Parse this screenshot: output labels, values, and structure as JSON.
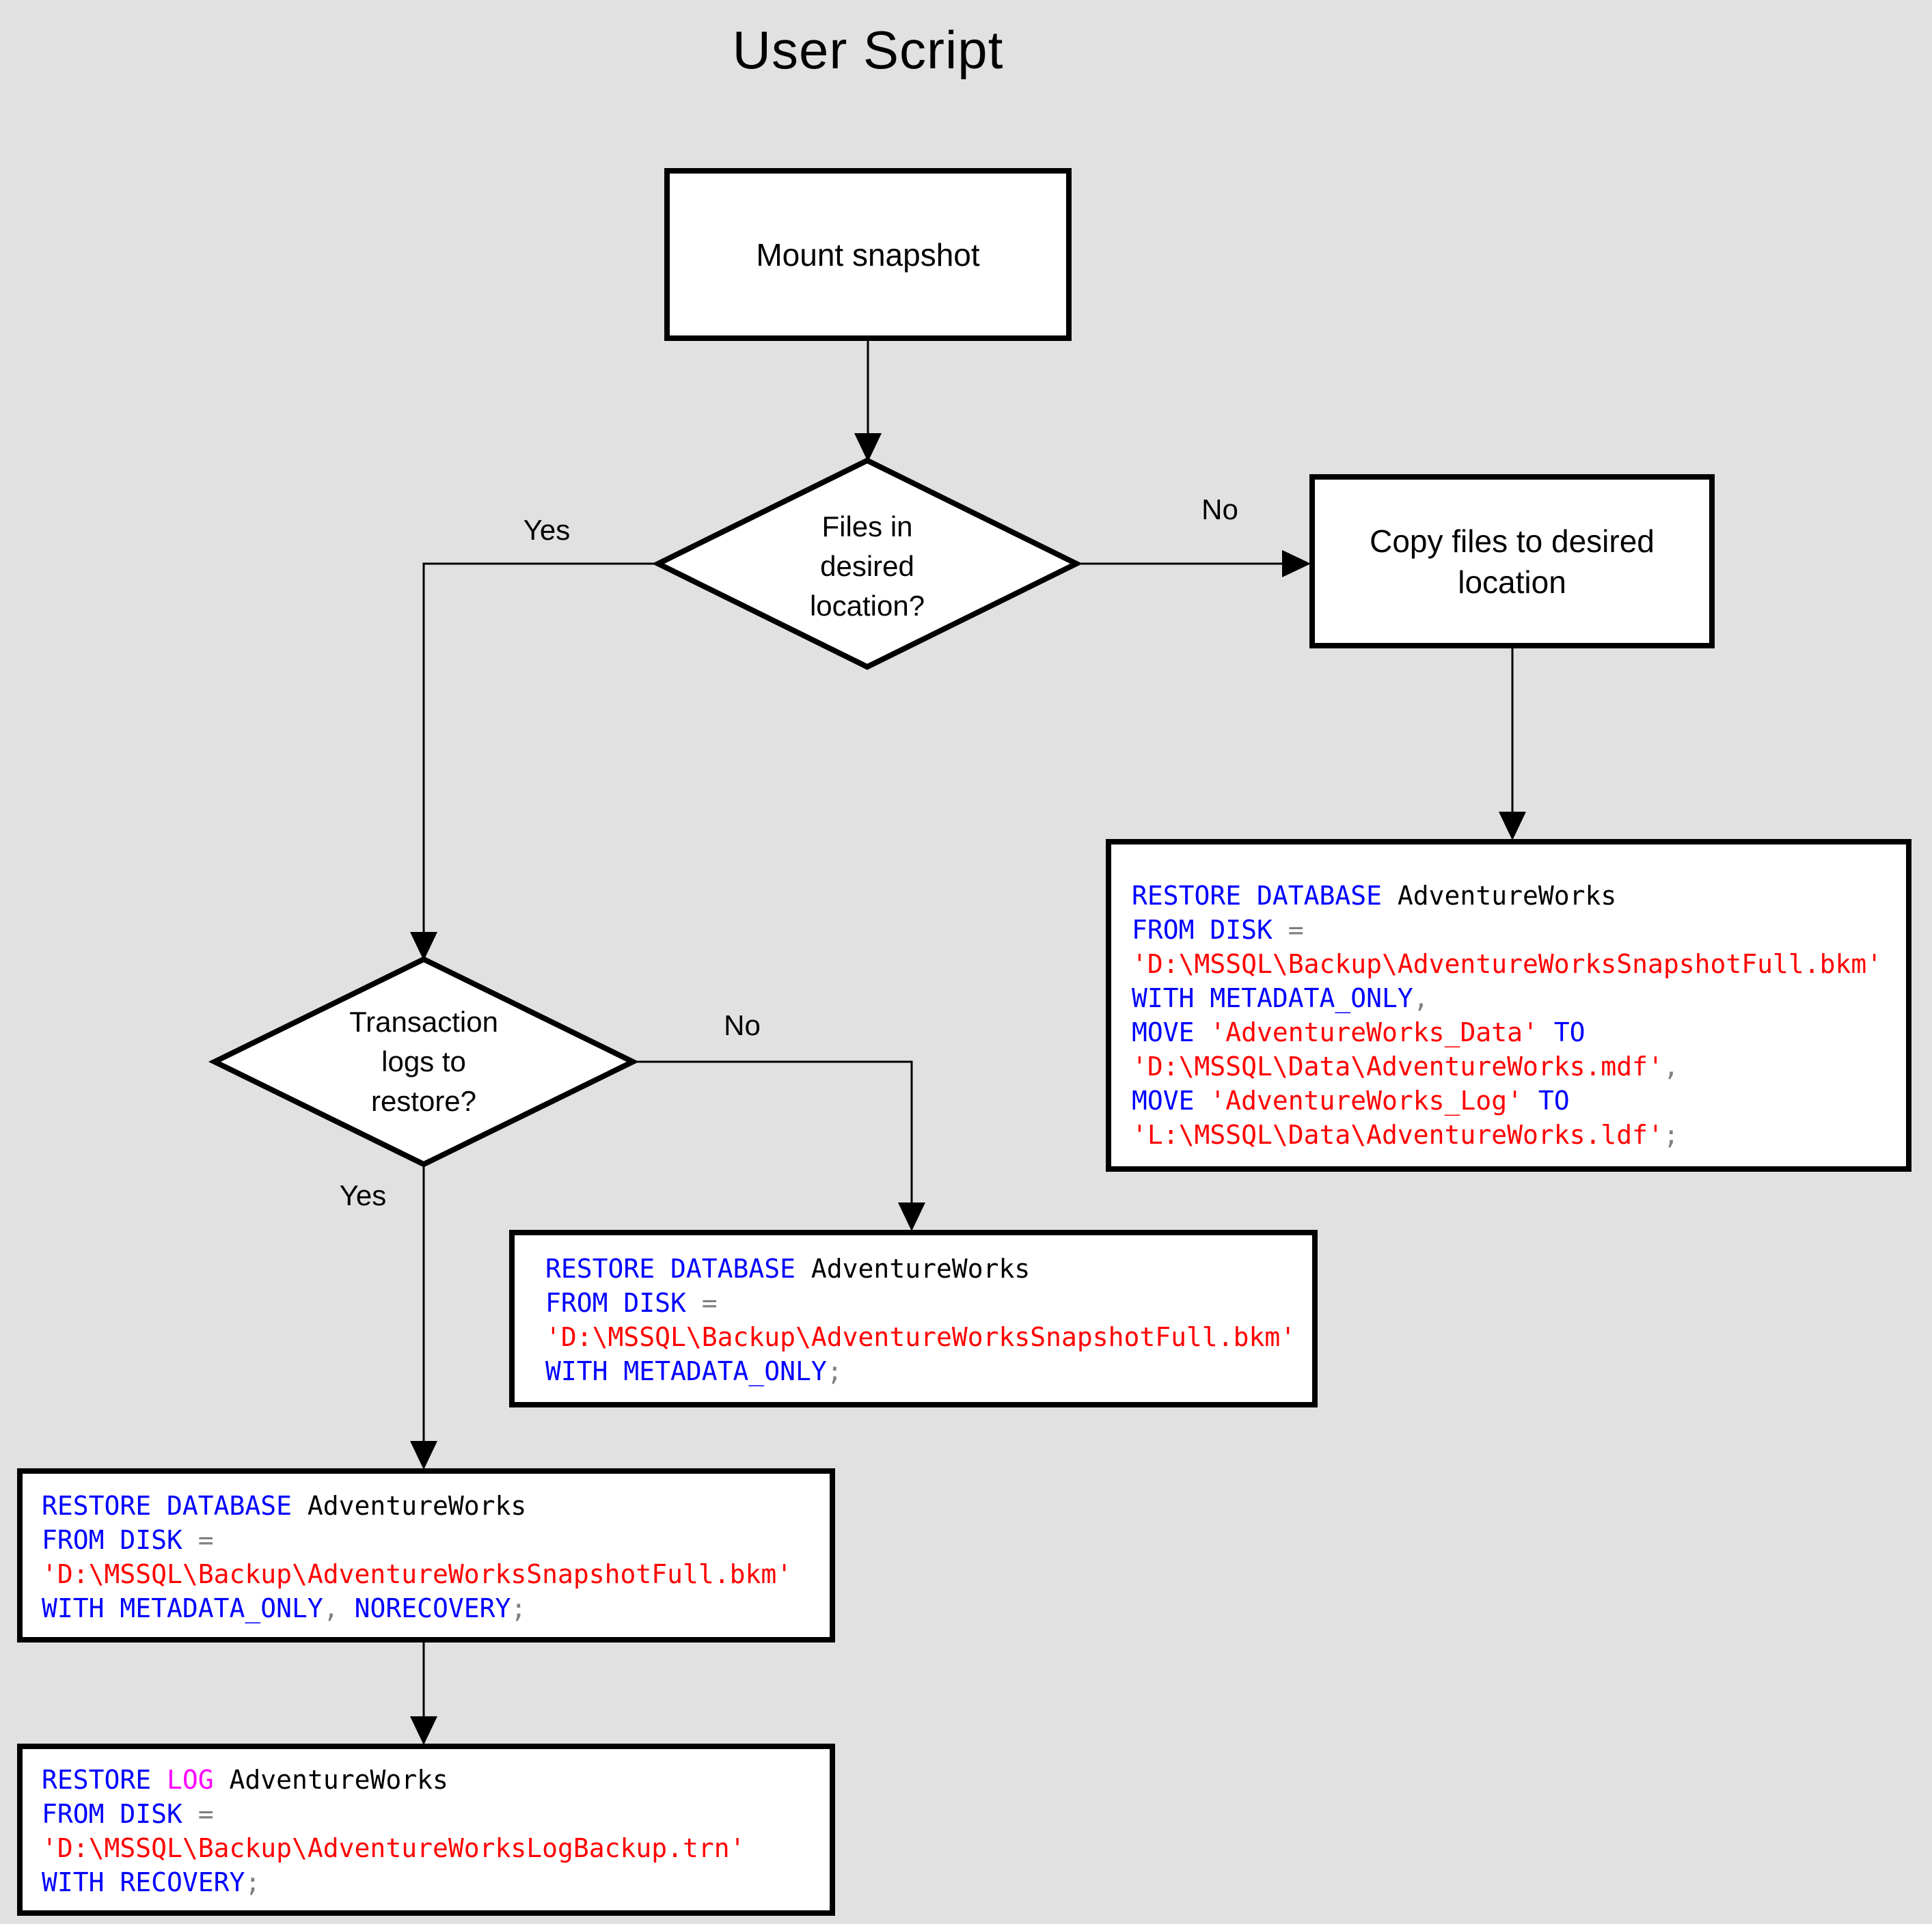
{
  "title": "User Script",
  "colors": {
    "background": "#e1e1e1",
    "node_fill": "#ffffff",
    "node_border": "#000000",
    "keyword": "#0000ff",
    "string": "#ff0000",
    "operator": "#808080",
    "log_keyword": "#ff00ff",
    "identifier": "#000000"
  },
  "nodes": {
    "mount": {
      "label": "Mount snapshot"
    },
    "files_decision": {
      "lines": [
        "Files in",
        "desired",
        "location?"
      ]
    },
    "copy": {
      "lines": [
        "Copy files to desired",
        "location"
      ]
    },
    "logs_decision": {
      "lines": [
        "Transaction",
        "logs to",
        "restore?"
      ]
    }
  },
  "edge_labels": {
    "files_yes": "Yes",
    "files_no": "No",
    "logs_yes": "Yes",
    "logs_no": "No"
  },
  "code_blocks": {
    "copy_restore": {
      "lines": [
        [
          {
            "t": "RESTORE DATABASE",
            "c": "kw"
          },
          {
            "t": " AdventureWorks",
            "c": "id"
          }
        ],
        [
          {
            "t": "FROM DISK",
            "c": "kw"
          },
          {
            "t": " =",
            "c": "op"
          }
        ],
        [
          {
            "t": "'D:\\MSSQL\\Backup\\AdventureWorksSnapshotFull.bkm'",
            "c": "str"
          }
        ],
        [
          {
            "t": "WITH METADATA_ONLY",
            "c": "kw"
          },
          {
            "t": ",",
            "c": "op"
          }
        ],
        [
          {
            "t": "MOVE",
            "c": "kw"
          },
          {
            "t": " 'AdventureWorks_Data'",
            "c": "str"
          },
          {
            "t": " TO",
            "c": "kw"
          }
        ],
        [
          {
            "t": "'D:\\MSSQL\\Data\\AdventureWorks.mdf'",
            "c": "str"
          },
          {
            "t": ",",
            "c": "op"
          }
        ],
        [
          {
            "t": "MOVE",
            "c": "kw"
          },
          {
            "t": " 'AdventureWorks_Log'",
            "c": "str"
          },
          {
            "t": " TO",
            "c": "kw"
          }
        ],
        [
          {
            "t": "'L:\\MSSQL\\Data\\AdventureWorks.ldf'",
            "c": "str"
          },
          {
            "t": ";",
            "c": "op"
          }
        ]
      ]
    },
    "no_logs_restore": {
      "lines": [
        [
          {
            "t": "RESTORE DATABASE",
            "c": "kw"
          },
          {
            "t": " AdventureWorks",
            "c": "id"
          }
        ],
        [
          {
            "t": "FROM DISK",
            "c": "kw"
          },
          {
            "t": " =",
            "c": "op"
          }
        ],
        [
          {
            "t": "'D:\\MSSQL\\Backup\\AdventureWorksSnapshotFull.bkm'",
            "c": "str"
          }
        ],
        [
          {
            "t": "WITH METADATA_ONLY",
            "c": "kw"
          },
          {
            "t": ";",
            "c": "op"
          }
        ]
      ]
    },
    "yes_logs_restore": {
      "lines": [
        [
          {
            "t": "RESTORE DATABASE",
            "c": "kw"
          },
          {
            "t": " AdventureWorks",
            "c": "id"
          }
        ],
        [
          {
            "t": "FROM DISK",
            "c": "kw"
          },
          {
            "t": " =",
            "c": "op"
          }
        ],
        [
          {
            "t": "'D:\\MSSQL\\Backup\\AdventureWorksSnapshotFull.bkm'",
            "c": "str"
          }
        ],
        [
          {
            "t": "WITH METADATA_ONLY",
            "c": "kw"
          },
          {
            "t": ",",
            "c": "op"
          },
          {
            "t": " NORECOVERY",
            "c": "kw"
          },
          {
            "t": ";",
            "c": "op"
          }
        ]
      ]
    },
    "log_restore": {
      "lines": [
        [
          {
            "t": "RESTORE",
            "c": "kw"
          },
          {
            "t": " LOG",
            "c": "logkw"
          },
          {
            "t": " AdventureWorks",
            "c": "id"
          }
        ],
        [
          {
            "t": "FROM DISK",
            "c": "kw"
          },
          {
            "t": " =",
            "c": "op"
          }
        ],
        [
          {
            "t": "'D:\\MSSQL\\Backup\\AdventureWorksLogBackup.trn'",
            "c": "str"
          }
        ],
        [
          {
            "t": "WITH RECOVERY",
            "c": "kw"
          },
          {
            "t": ";",
            "c": "op"
          }
        ]
      ]
    }
  }
}
